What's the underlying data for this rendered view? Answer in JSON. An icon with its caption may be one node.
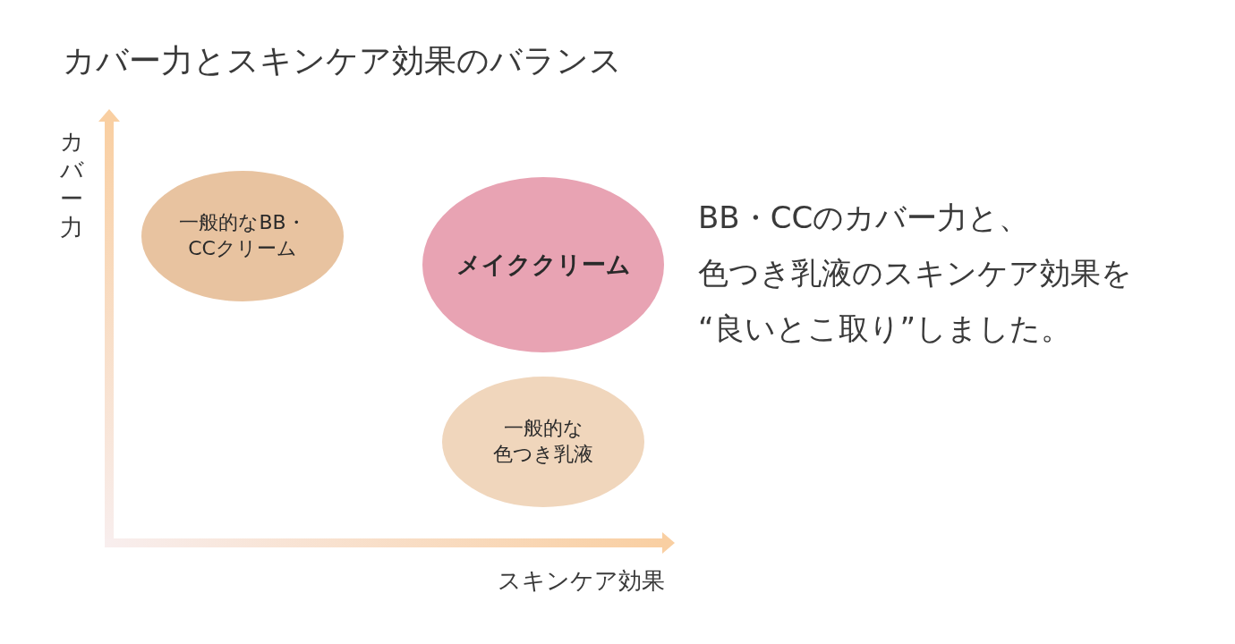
{
  "diagram": {
    "title": "カバー力とスキンケア効果のバランス",
    "nodes": [
      {
        "text": [
          "一般的なBB・CCクリーム"
        ]
      },
      {
        "text": [
          "メイククリーム"
        ]
      },
      {
        "text": [
          "一般的な色つき乳液"
        ]
      }
    ],
    "labels": [
      "カバー力",
      "スキンケア効果",
      "BB・CCのカバー力と、色つき乳液のスキンケア効果を“良いとこ取り”しました。"
    ]
  }
}
